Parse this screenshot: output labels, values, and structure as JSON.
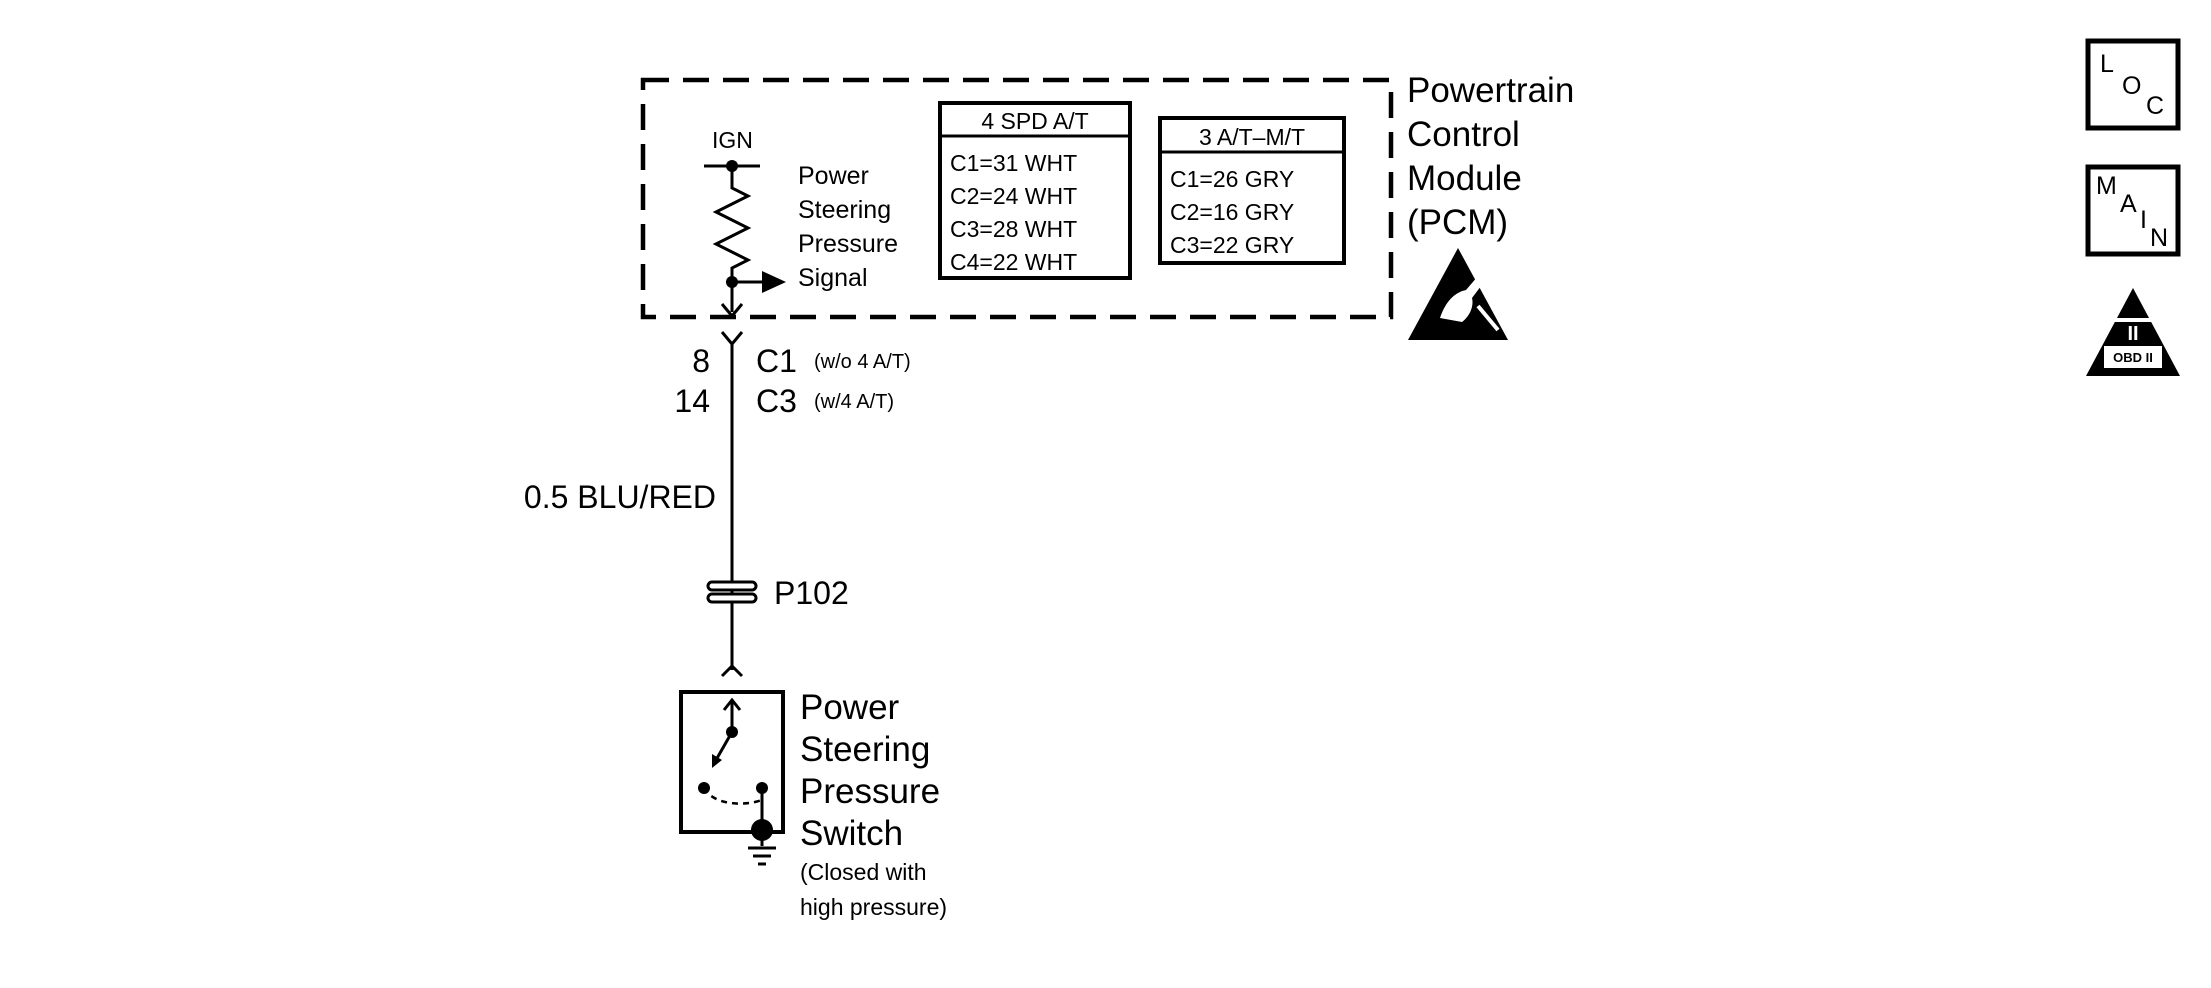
{
  "pcm": {
    "title": [
      "Powertrain",
      "Control",
      "Module",
      "(PCM)"
    ],
    "ign_label": "IGN",
    "signal_label": [
      "Power",
      "Steering",
      "Pressure",
      "Signal"
    ]
  },
  "table_4spd": {
    "header": "4 SPD A/T",
    "rows": [
      "C1=31 WHT",
      "C2=24 WHT",
      "C3=28 WHT",
      "C4=22 WHT"
    ]
  },
  "table_3at": {
    "header": "3 A/T–M/T",
    "rows": [
      "C1=26 GRY",
      "C2=16 GRY",
      "C3=22 GRY"
    ]
  },
  "connector": {
    "pin_1": "8",
    "conn_1": "C1",
    "cond_1": "(w/o 4 A/T)",
    "pin_2": "14",
    "conn_2": "C3",
    "cond_2": "(w/4 A/T)"
  },
  "wire": {
    "label": "0.5 BLU/RED"
  },
  "pass_through": {
    "label": "P102"
  },
  "switch": {
    "title": [
      "Power",
      "Steering",
      "Pressure",
      "Switch"
    ],
    "note": [
      "(Closed with",
      "high pressure)"
    ]
  },
  "icons": {
    "loc": {
      "chars": [
        "L",
        "O",
        "C"
      ]
    },
    "main": {
      "chars": [
        "M",
        "A",
        "I",
        "N"
      ]
    },
    "obd": {
      "roman": "II",
      "label": "OBD II"
    },
    "esd": "esd-warning-icon"
  }
}
